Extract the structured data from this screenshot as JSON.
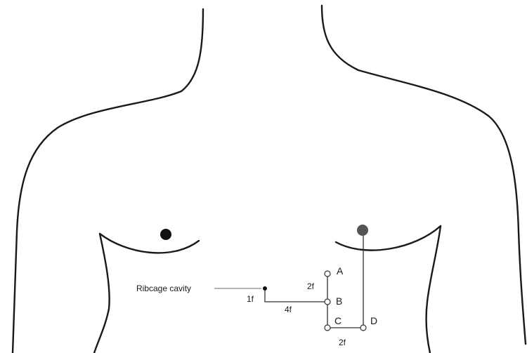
{
  "annotation": {
    "ribcage_label": "Ribcage cavity"
  },
  "points": {
    "a": "A",
    "b": "B",
    "c": "C",
    "d": "D"
  },
  "measurements": {
    "a_to_b": "2f",
    "cavity_offset": "1f",
    "cavity_to_b": "4f",
    "c_to_d": "2f"
  },
  "colors": {
    "outline": "#1a1a1a",
    "nipple_left": "#111111",
    "nipple_right": "#555555"
  }
}
